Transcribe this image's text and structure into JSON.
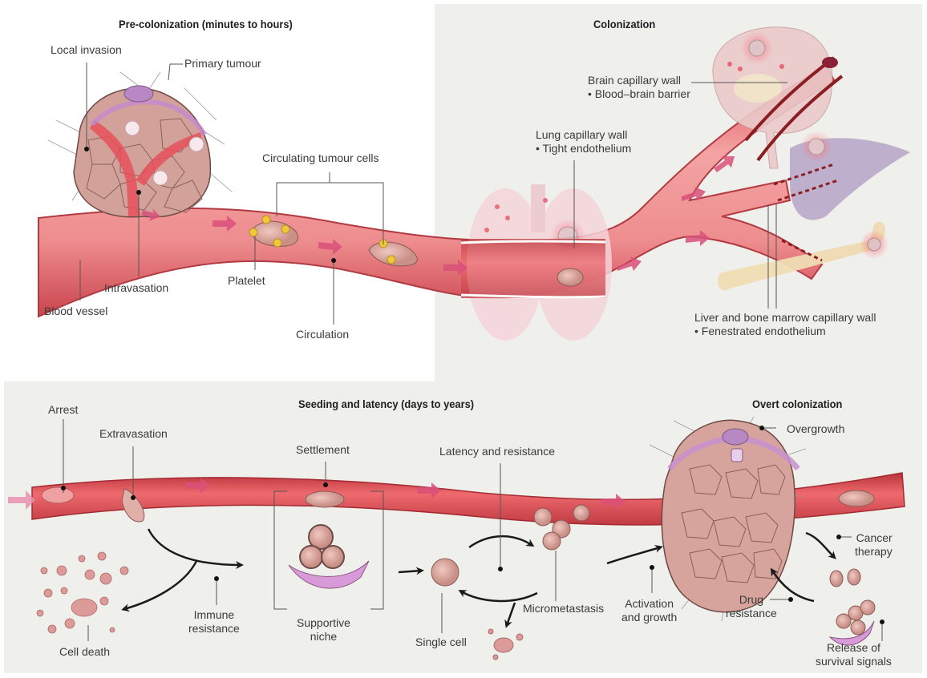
{
  "sections": {
    "precolonization": {
      "title": "Pre-colonization (minutes to hours)"
    },
    "colonization": {
      "title": "Colonization"
    },
    "seeding": {
      "title": "Seeding and latency (days to years)"
    },
    "overt": {
      "title": "Overt colonization"
    }
  },
  "labels": {
    "local_invasion": "Local invasion",
    "primary_tumour": "Primary tumour",
    "circulating_tumour_cells": "Circulating tumour cells",
    "intravasation": "Intravasation",
    "platelet": "Platelet",
    "blood_vessel": "Blood vessel",
    "circulation": "Circulation",
    "brain_wall": "Brain capillary wall",
    "brain_wall_note": "• Blood–brain barrier",
    "lung_wall": "Lung capillary wall",
    "lung_wall_note": "• Tight endothelium",
    "liver_bone_wall": "Liver and bone marrow capillary wall",
    "liver_bone_wall_note": "• Fenestrated endothelium",
    "arrest": "Arrest",
    "extravasation": "Extravasation",
    "settlement": "Settlement",
    "latency_resistance": "Latency and resistance",
    "overgrowth": "Overgrowth",
    "cancer_therapy": "Cancer\ntherapy",
    "cell_death": "Cell death",
    "immune_resistance": "Immune\nresistance",
    "supportive_niche": "Supportive\nniche",
    "single_cell": "Single cell",
    "micrometastasis": "Micrometastasis",
    "activation_growth": "Activation\nand growth",
    "drug_resistance": "Drug\nresistance",
    "release_survival": "Release of\nsurvival signals"
  },
  "colors": {
    "panel_bg": "#efefeb",
    "vessel": "#e8545a",
    "vessel_light": "#f2a0a0",
    "vessel_dark": "#a8262c",
    "flow_arrow": "#d9507a",
    "cell": "#d9a9a0",
    "cell_edge": "#8a5a55",
    "nucleus": "#b77a9a",
    "platelet": "#f0c83a",
    "lung": "#f2d0d6",
    "brain": "#e8c8c8",
    "liver": "#b8a8c8",
    "bone": "#eedcb8",
    "pericyte": "#c890c8"
  }
}
